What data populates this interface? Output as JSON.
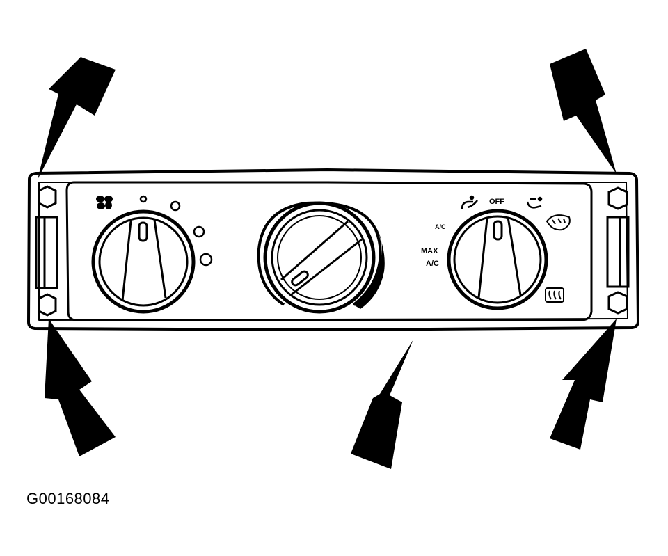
{
  "diagram": {
    "figure_id": "G00168084",
    "colors": {
      "ink": "#000000",
      "paper": "#ffffff"
    },
    "right_knob_labels": {
      "off": "OFF",
      "ac": "A/C",
      "max": "MAX",
      "max_ac": "A/C"
    },
    "icons": [
      "fan-icon",
      "vent-icon",
      "floor-vent-icon",
      "defrost-icon",
      "rear-defrost-icon",
      "hex-screw-icon",
      "arrow-icon"
    ]
  }
}
